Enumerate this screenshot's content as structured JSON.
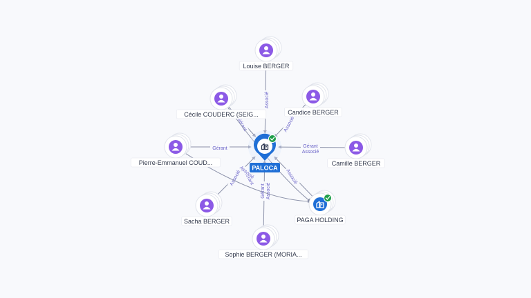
{
  "colors": {
    "edge": "#8a90a8",
    "edge_label": "#6a63c8",
    "person": "#8c5ae6",
    "company": "#1f6fd6",
    "check": "#1e9e4a",
    "label_bg": "#ffffff",
    "label_text": "#333a4d"
  },
  "center": {
    "label": "PALOCA",
    "icon": "building-icon",
    "verified": true
  },
  "nodes": [
    {
      "id": "louise",
      "label": "Louise BERGER",
      "type": "person",
      "icon": "person-icon"
    },
    {
      "id": "cecile",
      "label": "Cécile COUDERC (SEIG...",
      "type": "person",
      "icon": "person-icon"
    },
    {
      "id": "candice",
      "label": "Candice BERGER",
      "type": "person",
      "icon": "person-icon"
    },
    {
      "id": "pierre",
      "label": "Pierre-Emmanuel COUD...",
      "type": "person",
      "icon": "person-icon"
    },
    {
      "id": "camille",
      "label": "Camille BERGER",
      "type": "person",
      "icon": "person-icon"
    },
    {
      "id": "sacha",
      "label": "Sacha BERGER",
      "type": "person",
      "icon": "person-icon"
    },
    {
      "id": "paga",
      "label": "PAGA HOLDING",
      "type": "company",
      "icon": "building-icon",
      "verified": true
    },
    {
      "id": "sophie",
      "label": "Sophie BERGER (MORIA...",
      "type": "person",
      "icon": "person-icon"
    }
  ],
  "edges": [
    {
      "from": "louise",
      "to": "center",
      "labels": [
        "Associé"
      ]
    },
    {
      "from": "cecile",
      "to": "center",
      "labels": [
        "Gérant"
      ]
    },
    {
      "from": "candice",
      "to": "center",
      "labels": [
        "Associé"
      ]
    },
    {
      "from": "pierre",
      "to": "center",
      "labels": [
        "Gérant"
      ]
    },
    {
      "from": "camille",
      "to": "center",
      "labels": [
        "Gérant",
        "Associé"
      ]
    },
    {
      "from": "sacha",
      "to": "center",
      "labels": [
        "Associé"
      ]
    },
    {
      "from": "paga",
      "to": "center",
      "labels": [
        "Associé"
      ]
    },
    {
      "from": "sophie",
      "to": "center",
      "labels": [
        "Gérant",
        "Associé"
      ]
    },
    {
      "from": "cecile",
      "to": "paga",
      "labels": [
        "Gérant"
      ]
    },
    {
      "from": "pierre",
      "to": "paga",
      "labels": [
        "Associé"
      ]
    }
  ]
}
